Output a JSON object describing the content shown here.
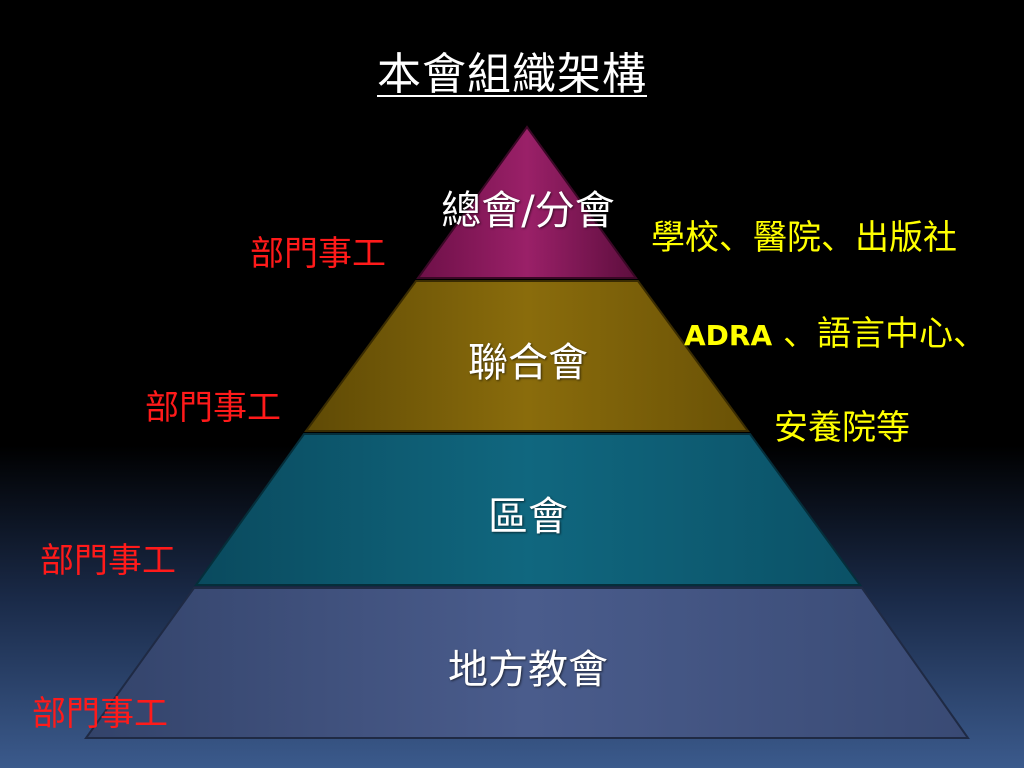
{
  "title": "本會組織架構",
  "levels": [
    {
      "label": "總會/分會",
      "color": "#8b1a5c"
    },
    {
      "label": "聯合會",
      "color": "#7a5f0a"
    },
    {
      "label": "區會",
      "color": "#0e5a72"
    },
    {
      "label": "地方教會",
      "color": "#3d4f7e"
    }
  ],
  "department_label": "部門事工",
  "institutions": {
    "line1": "學校、醫院、出版社",
    "line2_latin": "ADRA",
    "line2_rest": " 、語言中心、",
    "line3": "安養院等"
  }
}
